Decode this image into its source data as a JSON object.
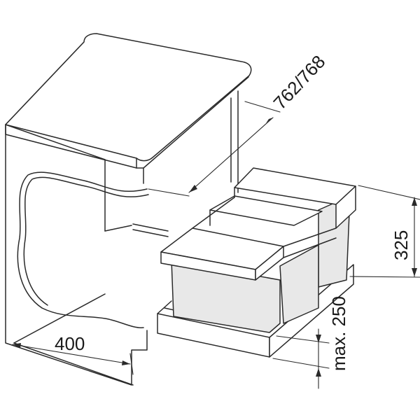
{
  "dimensions": {
    "depth_label": "762/768",
    "height_label": "325",
    "width_label": "400",
    "offset_label": "max. 250"
  }
}
